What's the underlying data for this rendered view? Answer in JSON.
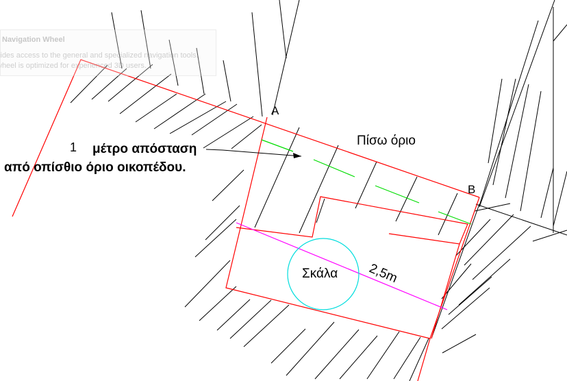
{
  "tooltip": {
    "title": "Navigation Wheel",
    "line1": "vides access to the general and specialized navigation tools.",
    "line2": "wheel is optimized for experienced 3D users."
  },
  "drawing": {
    "point_a": "A",
    "point_b": "B",
    "rear_boundary": "Πίσω όριο",
    "note_number": "1",
    "note_line1": "μέτρο απόσταση",
    "note_line2": "από οπίσθιο όριο οικοπέδου.",
    "stair_label": "Σκάλα",
    "dimension": "2,5m"
  },
  "colors": {
    "boundary": "#ff0000",
    "hatch": "#000000",
    "offset_line": "#00dd00",
    "dimension_line": "#ff00ff",
    "stair_circle": "#00dddd"
  }
}
